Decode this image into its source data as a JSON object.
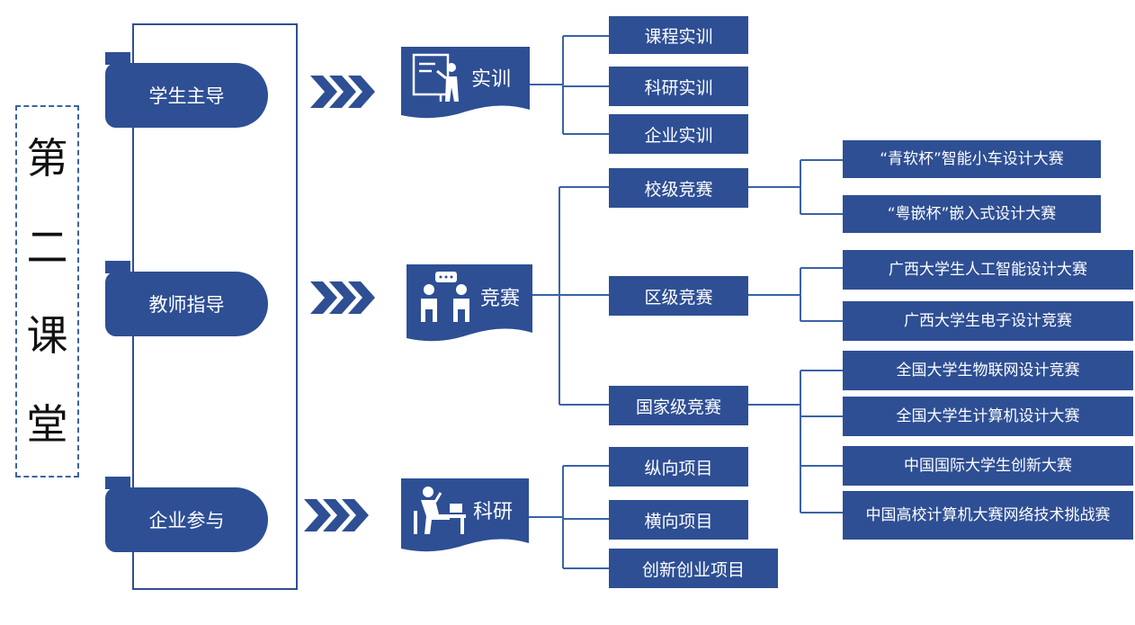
{
  "title_chars": [
    "第",
    "二",
    "课",
    "堂"
  ],
  "pillars": [
    "学生主导",
    "教师指导",
    "企业参与"
  ],
  "categories": {
    "training": {
      "label": "实训",
      "items": [
        "课程实训",
        "科研实训",
        "企业实训"
      ]
    },
    "competition": {
      "label": "竞赛",
      "levels": [
        {
          "label": "校级竞赛",
          "items": [
            "“青软杯”智能小车设计大赛",
            "“粤嵌杯”嵌入式设计大赛"
          ]
        },
        {
          "label": "区级竞赛",
          "items": [
            "广西大学生人工智能设计大赛",
            "广西大学生电子设计竞赛"
          ]
        },
        {
          "label": "国家级竞赛",
          "items": [
            "全国大学生物联网设计竞赛",
            "全国大学生计算机设计大赛",
            "中国国际大学生创新大赛",
            "中国高校计算机大赛网络技术挑战赛"
          ]
        }
      ]
    },
    "research": {
      "label": "科研",
      "items": [
        "纵向项目",
        "横向项目",
        "创新创业项目"
      ]
    }
  },
  "colors": {
    "primary": "#2e4f94",
    "line": "#3a63a6",
    "text_dark": "#111111"
  },
  "icons": {
    "training": "teacher-at-board-icon",
    "competition": "discussion-people-icon",
    "research": "person-at-desk-icon",
    "arrows": "triple-chevron-icon"
  }
}
